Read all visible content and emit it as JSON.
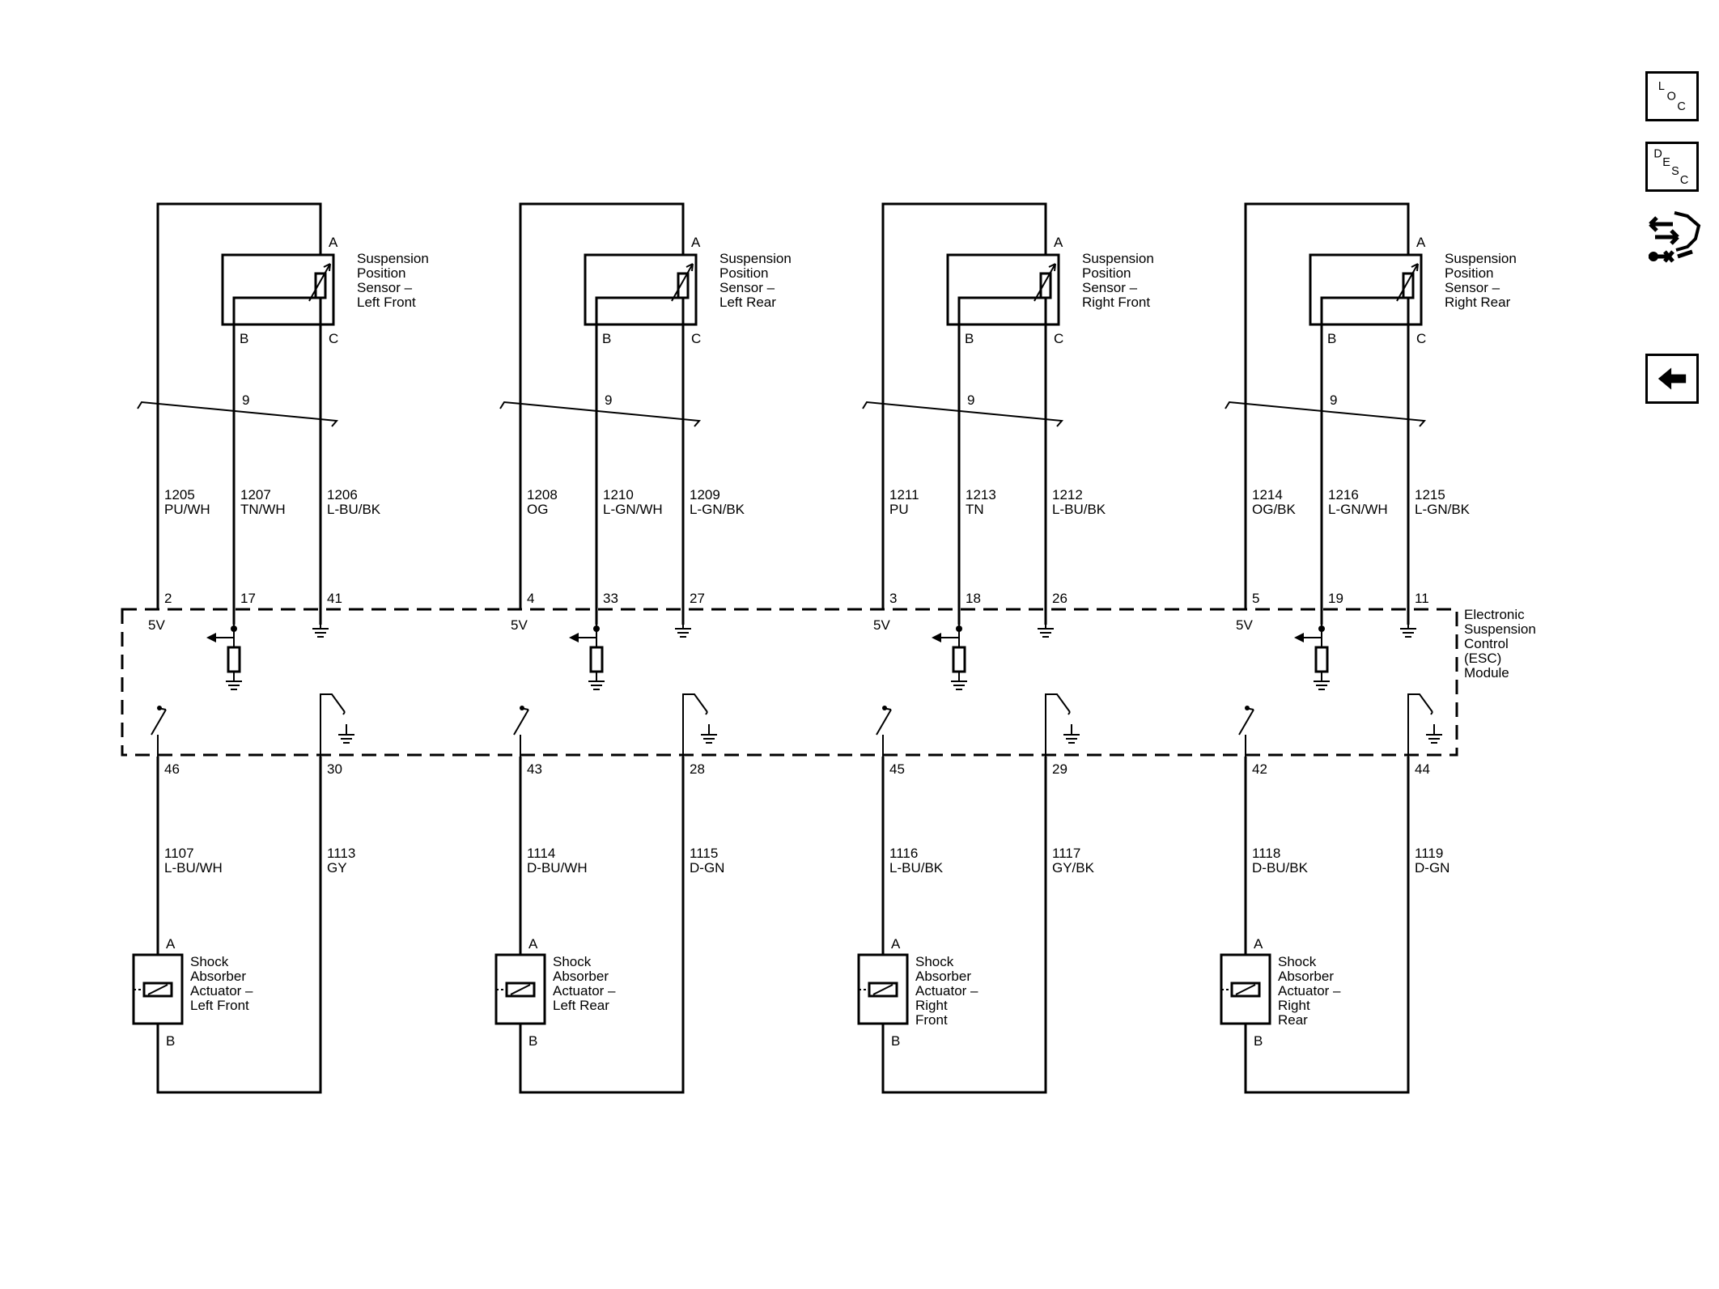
{
  "toolbar": {
    "loc": {
      "l1": "L",
      "l2": "O",
      "l3": "C"
    },
    "desc": {
      "l1": "D",
      "l2": "E",
      "l3": "S",
      "l4": "C"
    },
    "connector_icon": "connector-wrench-icon",
    "back_icon": "back-arrow-icon"
  },
  "module": {
    "lines": [
      "Electronic",
      "Suspension",
      "Control",
      "(ESC)",
      "Module"
    ],
    "supply_label": "5V"
  },
  "channels": [
    {
      "sensor": {
        "name_lines": [
          "Suspension",
          "Position",
          "Sensor –",
          "Left Front"
        ],
        "pin_a": "A",
        "pin_b": "B",
        "pin_c": "C",
        "splice_pin": "9"
      },
      "wires_top": [
        {
          "circuit": "1205",
          "color": "PU/WH"
        },
        {
          "circuit": "1207",
          "color": "TN/WH"
        },
        {
          "circuit": "1206",
          "color": "L-BU/BK"
        }
      ],
      "module_pins_top": [
        "2",
        "17",
        "41"
      ],
      "module_pins_bottom": [
        "46",
        "30"
      ],
      "wires_bottom": [
        {
          "circuit": "1107",
          "color": "L-BU/WH"
        },
        {
          "circuit": "1113",
          "color": "GY"
        }
      ],
      "actuator": {
        "name_lines": [
          "Shock",
          "Absorber",
          "Actuator –",
          "Left Front"
        ],
        "pin_a": "A",
        "pin_b": "B"
      }
    },
    {
      "sensor": {
        "name_lines": [
          "Suspension",
          "Position",
          "Sensor –",
          "Left Rear"
        ],
        "pin_a": "A",
        "pin_b": "B",
        "pin_c": "C",
        "splice_pin": "9"
      },
      "wires_top": [
        {
          "circuit": "1208",
          "color": "OG"
        },
        {
          "circuit": "1210",
          "color": "L-GN/WH"
        },
        {
          "circuit": "1209",
          "color": "L-GN/BK"
        }
      ],
      "module_pins_top": [
        "4",
        "33",
        "27"
      ],
      "module_pins_bottom": [
        "43",
        "28"
      ],
      "wires_bottom": [
        {
          "circuit": "1114",
          "color": "D-BU/WH"
        },
        {
          "circuit": "1115",
          "color": "D-GN"
        }
      ],
      "actuator": {
        "name_lines": [
          "Shock",
          "Absorber",
          "Actuator –",
          "Left Rear"
        ],
        "pin_a": "A",
        "pin_b": "B"
      }
    },
    {
      "sensor": {
        "name_lines": [
          "Suspension",
          "Position",
          "Sensor –",
          "Right Front"
        ],
        "pin_a": "A",
        "pin_b": "B",
        "pin_c": "C",
        "splice_pin": "9"
      },
      "wires_top": [
        {
          "circuit": "1211",
          "color": "PU"
        },
        {
          "circuit": "1213",
          "color": "TN"
        },
        {
          "circuit": "1212",
          "color": "L-BU/BK"
        }
      ],
      "module_pins_top": [
        "3",
        "18",
        "26"
      ],
      "module_pins_bottom": [
        "45",
        "29"
      ],
      "wires_bottom": [
        {
          "circuit": "1116",
          "color": "L-BU/BK"
        },
        {
          "circuit": "1117",
          "color": "GY/BK"
        }
      ],
      "actuator": {
        "name_lines": [
          "Shock",
          "Absorber",
          "Actuator –",
          "Right",
          "Front"
        ],
        "pin_a": "A",
        "pin_b": "B"
      }
    },
    {
      "sensor": {
        "name_lines": [
          "Suspension",
          "Position",
          "Sensor –",
          "Right Rear"
        ],
        "pin_a": "A",
        "pin_b": "B",
        "pin_c": "C",
        "splice_pin": "9"
      },
      "wires_top": [
        {
          "circuit": "1214",
          "color": "OG/BK"
        },
        {
          "circuit": "1216",
          "color": "L-GN/WH"
        },
        {
          "circuit": "1215",
          "color": "L-GN/BK"
        }
      ],
      "module_pins_top": [
        "5",
        "19",
        "11"
      ],
      "module_pins_bottom": [
        "42",
        "44"
      ],
      "wires_bottom": [
        {
          "circuit": "1118",
          "color": "D-BU/BK"
        },
        {
          "circuit": "1119",
          "color": "D-GN"
        }
      ],
      "actuator": {
        "name_lines": [
          "Shock",
          "Absorber",
          "Actuator –",
          "Right",
          "Rear"
        ],
        "pin_a": "A",
        "pin_b": "B"
      }
    }
  ]
}
